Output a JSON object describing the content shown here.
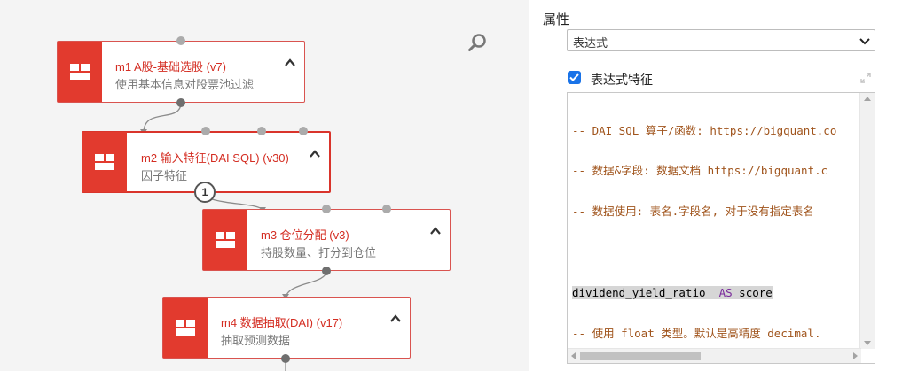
{
  "canvas": {
    "nodes": [
      {
        "id": "m1",
        "title": "m1 A股-基础选股 (v7)",
        "subtitle": "使用基本信息对股票池过滤"
      },
      {
        "id": "m2",
        "title": "m2 输入特征(DAI SQL) (v30)",
        "subtitle": "因子特征"
      },
      {
        "id": "m3",
        "title": "m3 仓位分配 (v3)",
        "subtitle": "持股数量、打分到仓位"
      },
      {
        "id": "m4",
        "title": "m4 数据抽取(DAI) (v17)",
        "subtitle": "抽取预测数据"
      }
    ],
    "edge_badge": "1"
  },
  "panel": {
    "title": "属性",
    "select_value": "表达式",
    "checkbox_label": "表达式特征",
    "checkbox_checked": true,
    "editor": {
      "line1": "-- DAI SQL 算子/函数: https://bigquant.co",
      "line2": "-- 数据&字段: 数据文档 https://bigquant.c",
      "line3": "-- 数据使用: 表名.字段名, 对于没有指定表名",
      "line4_field": "dividend_yield_ratio",
      "line4_kw": "AS",
      "line4_alias": "score",
      "line5": "-- 使用 float 类型。默认是高精度 decimal."
    }
  },
  "colors": {
    "accent": "#e23a2e",
    "node_title": "#d42d22",
    "checkbox": "#1a73e8",
    "comment": "#a0541c",
    "keyword": "#7a2a9c"
  },
  "icons": [
    "module-icon",
    "chevron-up-icon",
    "search-icon",
    "chevron-down-icon",
    "check-icon",
    "expand-icon"
  ]
}
